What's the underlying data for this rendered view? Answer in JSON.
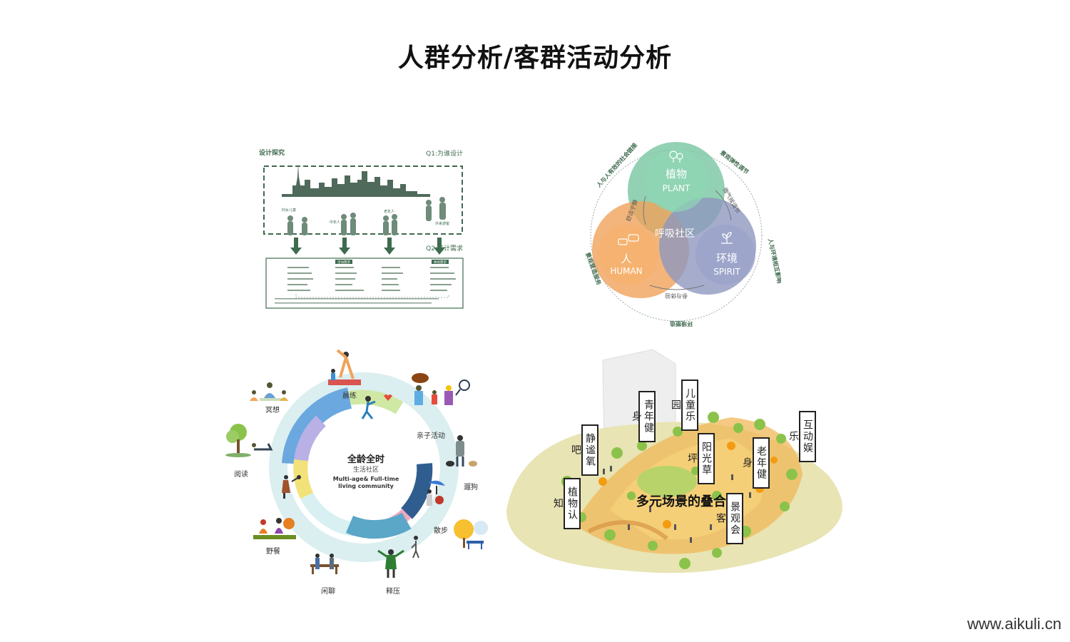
{
  "title": "人群分析/客群活动分析",
  "watermark": "www.aikuli.cn",
  "panel_tl": {
    "heading_left": "设计探究",
    "heading_right": "Q1:为谁设计",
    "q2": "Q2:设计需求",
    "groups": [
      "妇女儿童",
      "中年人",
      "老年人",
      "外来游客"
    ],
    "box_titles": [
      "",
      "活动需求",
      "",
      "休闲需求"
    ]
  },
  "panel_tr": {
    "center": "呼吸社区",
    "plant_cn": "植物",
    "plant_en": "PLANT",
    "human_cn": "人",
    "human_en": "HUMAN",
    "spirit_cn": "环境",
    "spirit_en": "SPIRIT",
    "outer_top_left": "人与人有效的社会链接",
    "outer_top_right": "景观弹性调节",
    "outer_right": "人与环境相互影响",
    "outer_bottom": "环境塑造",
    "outer_left": "景观营造服务",
    "inner_left": "舒适宁静",
    "inner_right": "微气候调节",
    "inner_bottom": "参与体验"
  },
  "panel_bl": {
    "center_title": "全龄全时",
    "center_sub": "生活社区",
    "center_en1": "Multi-age& Full-time",
    "center_en2": "living community",
    "activities": [
      "晨练",
      "亲子活动",
      "遛狗",
      "散步",
      "释压",
      "闲聊",
      "野餐",
      "阅读",
      "冥想"
    ]
  },
  "panel_br": {
    "center_label": "多元场景的叠合",
    "tags": [
      "青年健身",
      "儿童乐园",
      "静谧氧吧",
      "阳光草坪",
      "老年健身",
      "互动娱乐",
      "植物认知",
      "景观会客"
    ]
  },
  "colors": {
    "plant": "#7fc9a6",
    "human": "#f0a35a",
    "spirit": "#8f97bf",
    "dark_green": "#3f6b4f",
    "ground": "#e8e4b4"
  }
}
